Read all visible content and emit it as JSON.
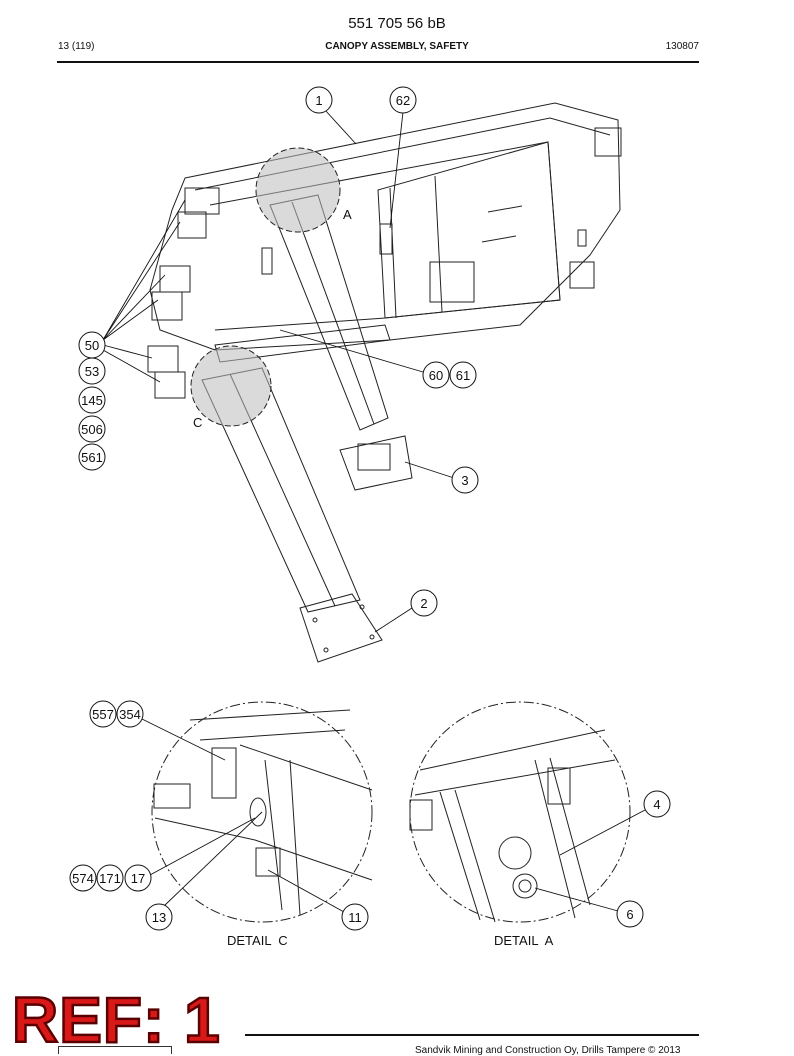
{
  "header": {
    "document_code": "551 705 56 bB",
    "page_number": "13 (119)",
    "section_title": "CANOPY ASSEMBLY, SAFETY",
    "date_code": "130807"
  },
  "drawing": {
    "balloons": [
      "1",
      "62",
      "50",
      "53",
      "145",
      "506",
      "561",
      "60",
      "61",
      "3",
      "2",
      "557",
      "354",
      "574",
      "171",
      "17",
      "13",
      "11",
      "4",
      "6"
    ],
    "detail_markers": [
      "A",
      "C"
    ],
    "detail_titles": [
      "DETAIL  C",
      "DETAIL  A"
    ]
  },
  "footer": {
    "copyright": "Sandvik Mining and Construction Oy, Drills Tampere © 2013"
  },
  "stamp": {
    "text": "REF: 1",
    "color": "#d91818"
  }
}
